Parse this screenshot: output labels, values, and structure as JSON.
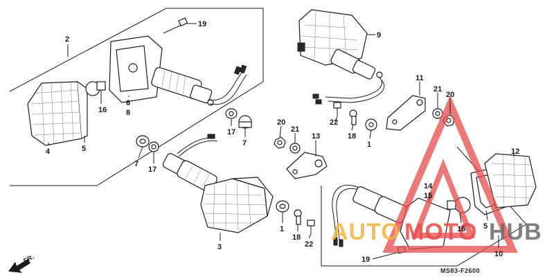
{
  "diagram": {
    "part_code": "MS83-F2600",
    "front_marker": "FR.",
    "callouts": [
      {
        "id": "c2",
        "label": "2"
      },
      {
        "id": "c19a",
        "label": "19"
      },
      {
        "id": "c16a",
        "label": "16"
      },
      {
        "id": "c6",
        "label": "6"
      },
      {
        "id": "c8",
        "label": "8"
      },
      {
        "id": "c4",
        "label": "4"
      },
      {
        "id": "c5a",
        "label": "5"
      },
      {
        "id": "c17a",
        "label": "17"
      },
      {
        "id": "c7a",
        "label": "7"
      },
      {
        "id": "c7b",
        "label": "7"
      },
      {
        "id": "c17b",
        "label": "17"
      },
      {
        "id": "c3",
        "label": "3"
      },
      {
        "id": "c9",
        "label": "9"
      },
      {
        "id": "c11",
        "label": "11"
      },
      {
        "id": "c21a",
        "label": "21"
      },
      {
        "id": "c20a",
        "label": "20"
      },
      {
        "id": "c22a",
        "label": "22"
      },
      {
        "id": "c18a",
        "label": "18"
      },
      {
        "id": "c1a",
        "label": "1"
      },
      {
        "id": "c20b",
        "label": "20"
      },
      {
        "id": "c21b",
        "label": "21"
      },
      {
        "id": "c13",
        "label": "13"
      },
      {
        "id": "c1b",
        "label": "1"
      },
      {
        "id": "c18b",
        "label": "18"
      },
      {
        "id": "c22b",
        "label": "22"
      },
      {
        "id": "c14",
        "label": "14"
      },
      {
        "id": "c15",
        "label": "15"
      },
      {
        "id": "c12",
        "label": "12"
      },
      {
        "id": "c16b",
        "label": "16"
      },
      {
        "id": "c5b",
        "label": "5"
      },
      {
        "id": "c10",
        "label": "10"
      },
      {
        "id": "c19b",
        "label": "19"
      }
    ]
  },
  "watermark": {
    "part1": "AUTO",
    "part2": "MOTO",
    "part3": "HUB",
    "colors": {
      "auto": "#f2b441",
      "moto": "#e84b4b",
      "hub": "#6a6a6a",
      "triangle": "#e84b4b"
    }
  }
}
